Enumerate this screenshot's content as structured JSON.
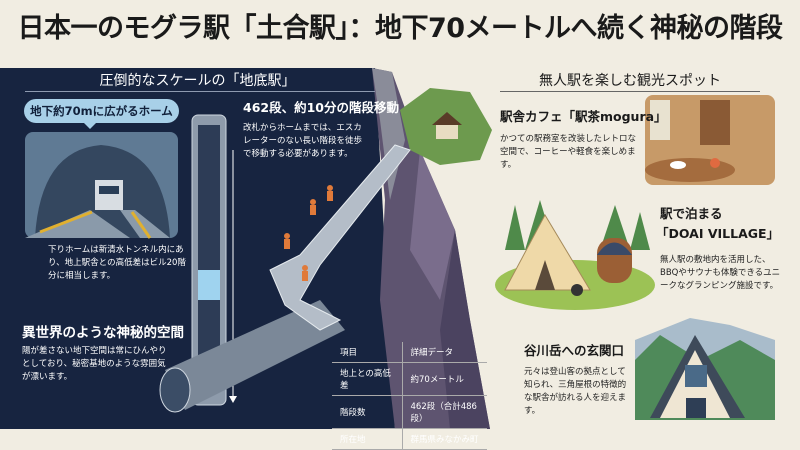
{
  "title": "日本一のモグラ駅「土合駅」：地下70メートルへ続く神秘の階段",
  "left": {
    "heading": "圧倒的なスケールの「地底駅」",
    "bubble": "地下約70mに広がるホーム",
    "platform_desc": "下りホームは新清水トンネル内にあり、地上駅舎との高低差はビル20階分に相当します。",
    "stairs_title": "462段、約10分の階段移動",
    "stairs_desc": "改札からホームまでは、エスカレーターのない長い階段を徒歩で移動する必要があります。",
    "mystery_title": "異世界のような神秘的空間",
    "mystery_desc": "陽が差さない地下空間は常にひんやりとしており、秘密基地のような雰囲気が漂います。",
    "table": {
      "headers": [
        "項目",
        "詳細データ"
      ],
      "rows": [
        [
          "地上との高低差",
          "約70メートル"
        ],
        [
          "階段数",
          "462段（合計486段）"
        ],
        [
          "所在地",
          "群馬県みなかみ町"
        ]
      ]
    }
  },
  "right": {
    "heading": "無人駅を楽しむ観光スポット",
    "spots": [
      {
        "title": "駅舎カフェ「駅茶mogura」",
        "desc": "かつての駅務室を改装したレトロな空間で、コーヒーや軽食を楽しめます。"
      },
      {
        "title": "駅で泊まる",
        "title2": "「DOAI VILLAGE」",
        "desc": "無人駅の敷地内を活用した、BBQやサウナも体験できるユニークなグランピング施設です。"
      },
      {
        "title": "谷川岳への玄関口",
        "desc": "元々は登山客の拠点として知られ、三角屋根の特徴的な駅舎が訪れる人を迎えます。"
      }
    ]
  },
  "colors": {
    "navy": "#172440",
    "cream": "#f1ede2",
    "bubble": "#a8d0e8",
    "cliff": "#5e5470"
  }
}
